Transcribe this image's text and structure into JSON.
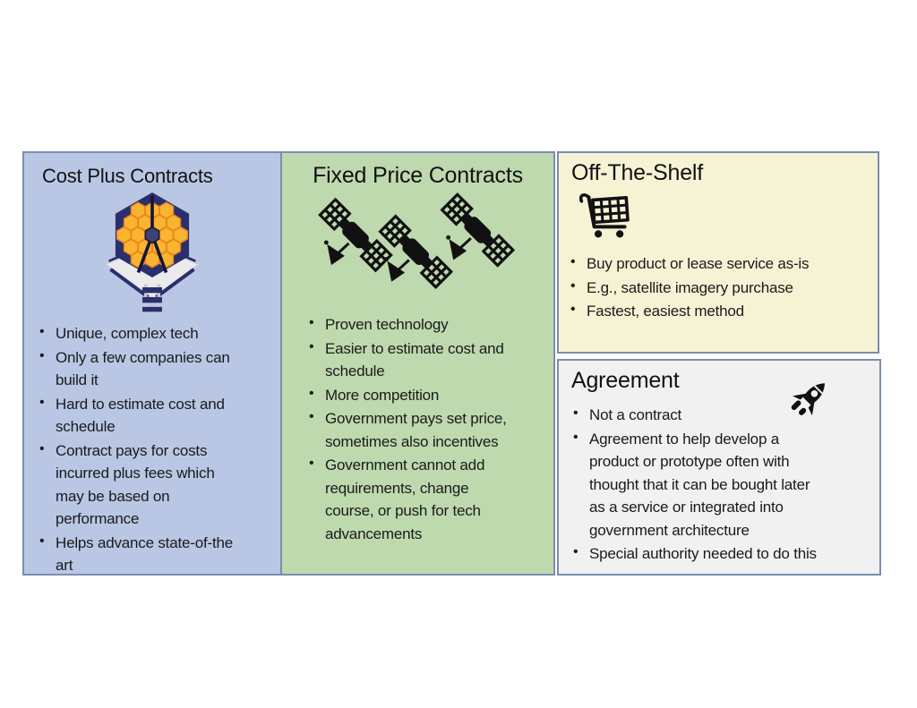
{
  "panels": {
    "cost_plus": {
      "title": "Cost Plus Contracts",
      "icon": "jwst-telescope-icon",
      "bullets": [
        "Unique, complex tech",
        "Only a few companies can build it",
        "Hard to estimate cost and schedule",
        "Contract pays for costs incurred plus fees which may be based on performance",
        "Helps advance state-of-the art"
      ]
    },
    "fixed_price": {
      "title": "Fixed Price Contracts",
      "icon": "satellites-icon",
      "bullets": [
        "Proven technology",
        "Easier to estimate cost and schedule",
        "More competition",
        "Government pays set price, sometimes also incentives",
        "Government cannot add requirements, change course, or push for tech advancements"
      ]
    },
    "off_the_shelf": {
      "title": "Off-The-Shelf",
      "icon": "shopping-cart-icon",
      "bullets": [
        "Buy product or lease service as-is",
        "E.g., satellite imagery purchase",
        "Fastest, easiest method"
      ]
    },
    "agreement": {
      "title": "Agreement",
      "icon": "rocket-icon",
      "bullets": [
        "Not a contract",
        "Agreement to help develop a product or prototype often with thought that it can be bought later as a service or integrated into government architecture",
        "Special authority needed to do this"
      ]
    }
  },
  "colors": {
    "cost_plus_bg": "#b9c7e4",
    "fixed_price_bg": "#bed9ae",
    "off_the_shelf_bg": "#f6f3d4",
    "agreement_bg": "#f1f1f1",
    "panel_border": "#7b8db0",
    "text": "#1a1a1a",
    "icon_black": "#111111",
    "jwst_mirror_gold": "#f9b530",
    "jwst_navy": "#2b2f6e"
  }
}
